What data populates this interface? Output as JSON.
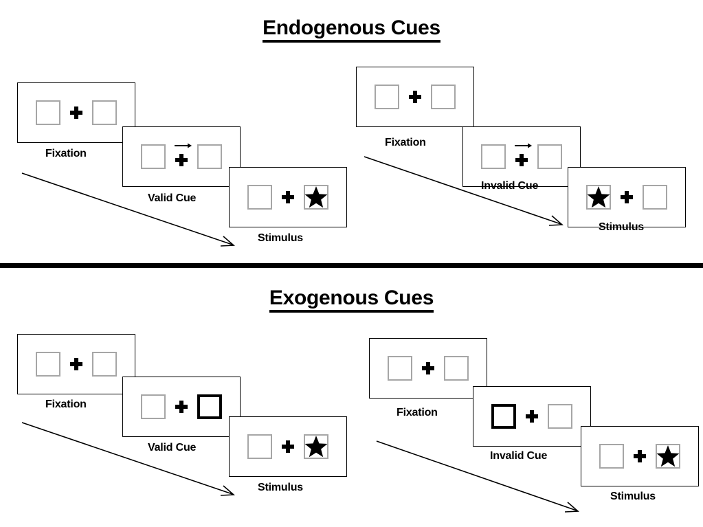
{
  "page": {
    "background": "#ffffff",
    "ink": "#000000",
    "box_border_color": "#a6a6a6",
    "cued_box_border_color": "#000000"
  },
  "sections": [
    {
      "id": "endogenous",
      "title": "Endogenous Cues",
      "conditions": [
        {
          "id": "endogenous-valid",
          "panels": [
            {
              "label": "Fixation",
              "left_box": "empty",
              "right_box": "empty",
              "center": "plus"
            },
            {
              "label": "Valid Cue",
              "left_box": "empty",
              "right_box": "empty",
              "center": "plus-arrow-right"
            },
            {
              "label": "Stimulus",
              "left_box": "empty",
              "right_box": "star",
              "center": "plus"
            }
          ]
        },
        {
          "id": "endogenous-invalid",
          "panels": [
            {
              "label": "Fixation",
              "left_box": "empty",
              "right_box": "empty",
              "center": "plus"
            },
            {
              "label": "Invalid Cue",
              "left_box": "empty",
              "right_box": "empty",
              "center": "plus-arrow-right"
            },
            {
              "label": "Stimulus",
              "left_box": "star",
              "right_box": "empty",
              "center": "plus"
            }
          ]
        }
      ]
    },
    {
      "id": "exogenous",
      "title": "Exogenous Cues",
      "conditions": [
        {
          "id": "exogenous-valid",
          "panels": [
            {
              "label": "Fixation",
              "left_box": "empty",
              "right_box": "empty",
              "center": "plus"
            },
            {
              "label": "Valid Cue",
              "left_box": "empty",
              "right_box": "cued",
              "center": "plus"
            },
            {
              "label": "Stimulus",
              "left_box": "empty",
              "right_box": "star",
              "center": "plus"
            }
          ]
        },
        {
          "id": "exogenous-invalid",
          "panels": [
            {
              "label": "Fixation",
              "left_box": "empty",
              "right_box": "empty",
              "center": "plus"
            },
            {
              "label": "Invalid Cue",
              "left_box": "cued",
              "right_box": "empty",
              "center": "plus"
            },
            {
              "label": "Stimulus",
              "left_box": "empty",
              "right_box": "star",
              "center": "plus"
            }
          ]
        }
      ]
    }
  ],
  "labels": {
    "endo_valid_fixation": "Fixation",
    "endo_valid_cue": "Valid Cue",
    "endo_valid_stimulus": "Stimulus",
    "endo_invalid_fixation": "Fixation",
    "endo_invalid_cue": "Invalid Cue",
    "endo_invalid_stimulus": "Stimulus",
    "exo_valid_fixation": "Fixation",
    "exo_valid_cue": "Valid Cue",
    "exo_valid_stimulus": "Stimulus",
    "exo_invalid_fixation": "Fixation",
    "exo_invalid_cue": "Invalid Cue",
    "exo_invalid_stimulus": "Stimulus"
  },
  "titles": {
    "endogenous": "Endogenous Cues",
    "exogenous": "Exogenous Cues"
  },
  "timeline_arrows": [
    {
      "id": "endogenous-valid-timeline",
      "direction": "down-right"
    },
    {
      "id": "endogenous-invalid-timeline",
      "direction": "down-right"
    },
    {
      "id": "exogenous-valid-timeline",
      "direction": "down-right"
    },
    {
      "id": "exogenous-invalid-timeline",
      "direction": "down-right"
    }
  ]
}
